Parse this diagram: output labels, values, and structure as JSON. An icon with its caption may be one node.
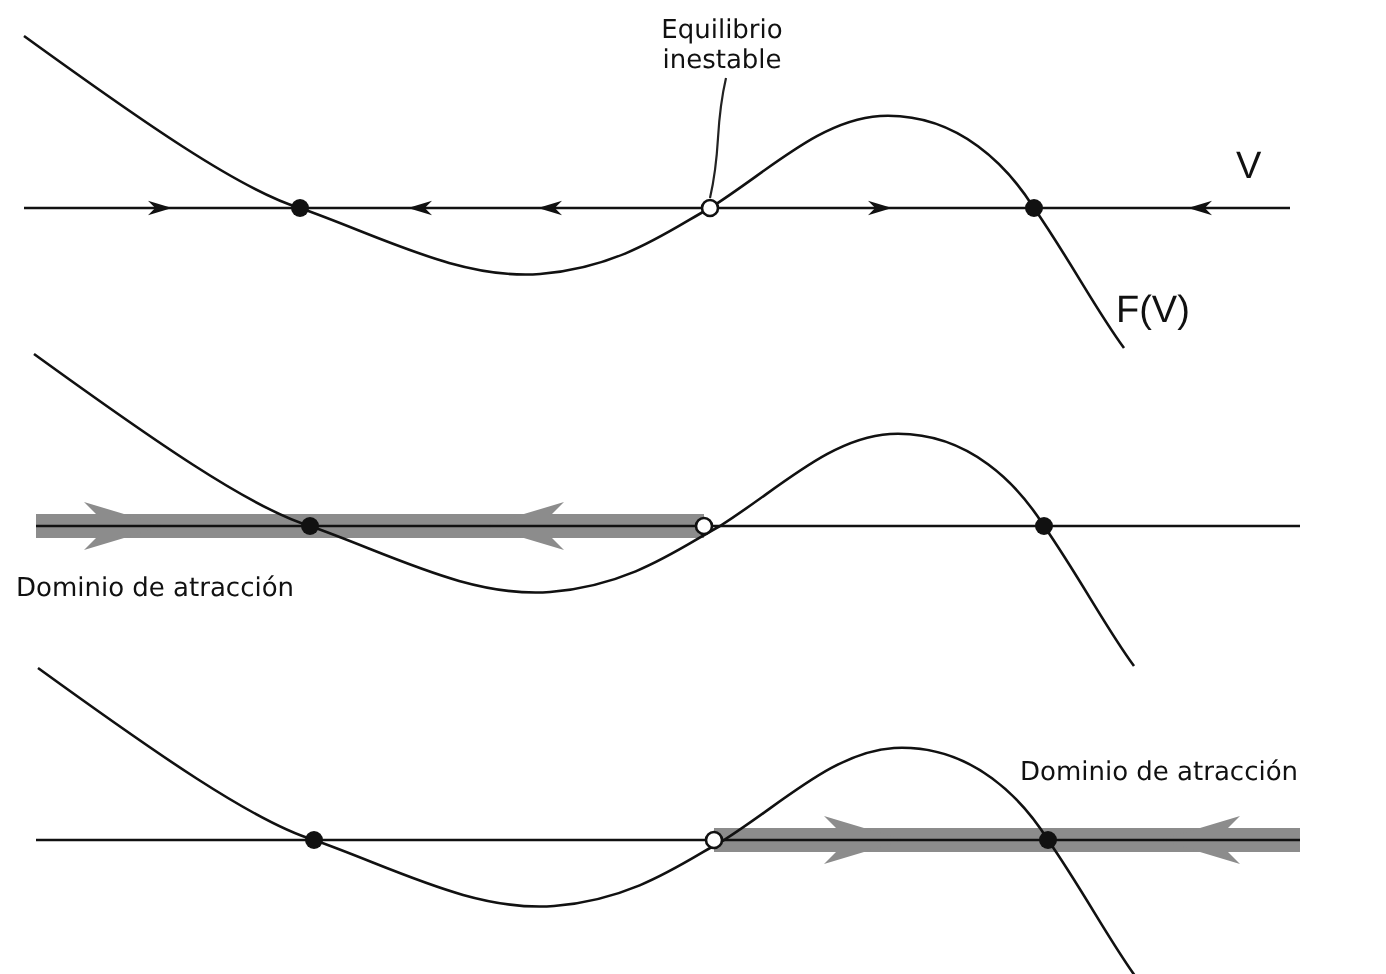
{
  "diagram": {
    "nodes": [
      {
        "text": [
          "Equilibrio inestable"
        ]
      },
      {
        "text": [],
        "shape": "circle"
      }
    ],
    "edges": [
      {
        "from": 0,
        "to": 1,
        "arrow": "none"
      }
    ],
    "labels": [
      "V",
      "F(V)",
      "Dominio de atracción",
      "Dominio de atracción"
    ]
  }
}
